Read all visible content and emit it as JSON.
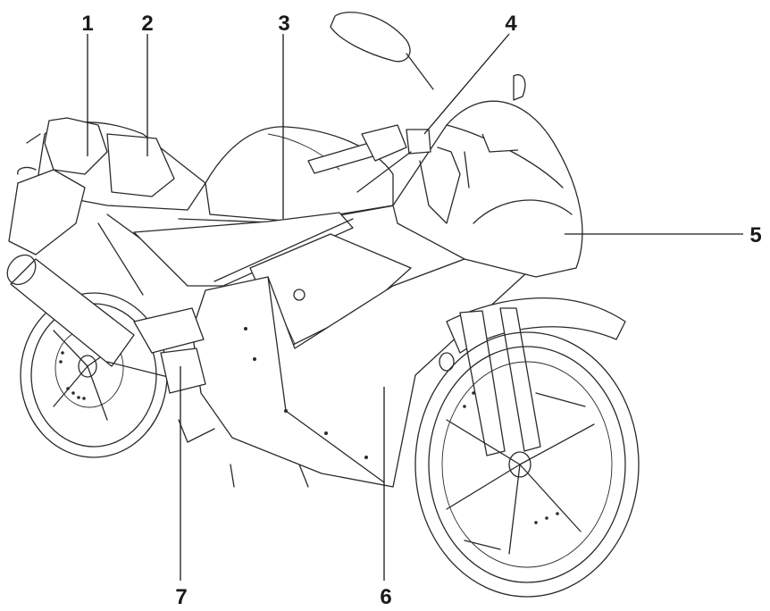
{
  "figure": {
    "subject": "sport-motorcycle-left-front-view",
    "line_color": "#2a2a2a",
    "background": "#ffffff",
    "callouts": [
      {
        "id": "1",
        "label": "1"
      },
      {
        "id": "2",
        "label": "2"
      },
      {
        "id": "3",
        "label": "3"
      },
      {
        "id": "4",
        "label": "4"
      },
      {
        "id": "5",
        "label": "5"
      },
      {
        "id": "6",
        "label": "6"
      },
      {
        "id": "7",
        "label": "7"
      }
    ]
  }
}
